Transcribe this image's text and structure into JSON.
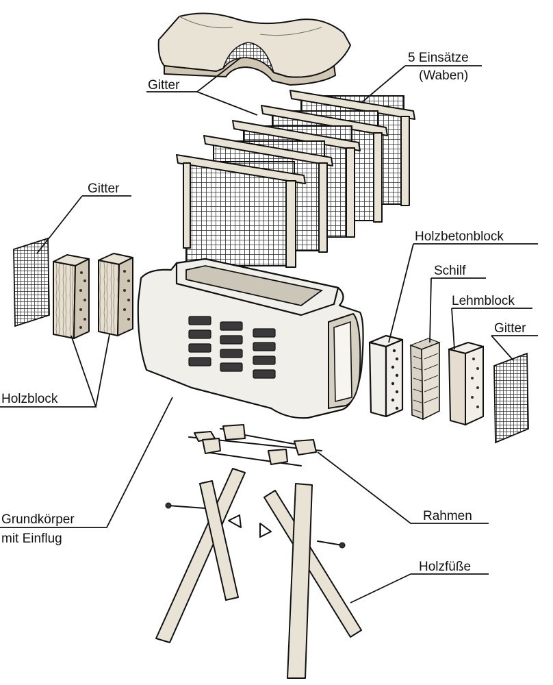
{
  "labels": {
    "gitter_top": "Gitter",
    "einsaetze_line1": "5 Einsätze",
    "einsaetze_line2": "(Waben)",
    "gitter_left": "Gitter",
    "holzbetonblock": "Holzbetonblock",
    "schilf": "Schilf",
    "lehmblock": "Lehmblock",
    "gitter_right": "Gitter",
    "holzblock": "Holzblock",
    "grundkoerper_line1": "Grundkörper",
    "grundkoerper_line2": "mit Einflug",
    "rahmen": "Rahmen",
    "holzfuesse": "Holzfüße"
  },
  "colors": {
    "ink": "#111111",
    "wood": "#e9e3d6",
    "stone": "#f1efe9",
    "mesh": "#2b2b2b"
  }
}
